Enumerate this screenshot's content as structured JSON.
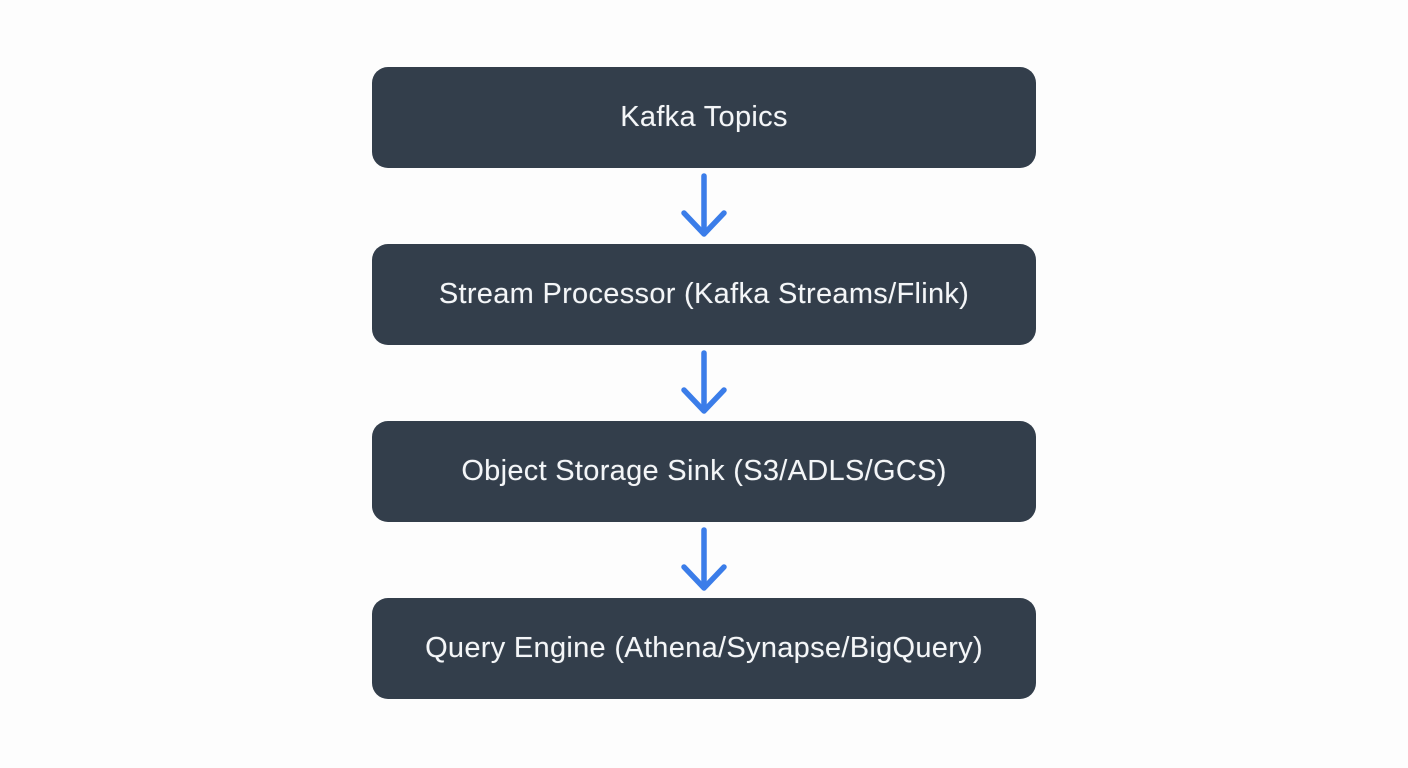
{
  "diagram": {
    "type": "flowchart",
    "direction": "top-down",
    "nodes": [
      {
        "id": "kafka-topics",
        "label": "Kafka Topics"
      },
      {
        "id": "stream-processor",
        "label": "Stream Processor (Kafka Streams/Flink)"
      },
      {
        "id": "object-storage-sink",
        "label": "Object Storage Sink (S3/ADLS/GCS)"
      },
      {
        "id": "query-engine",
        "label": "Query Engine (Athena/Synapse/BigQuery)"
      }
    ],
    "edges": [
      {
        "from": "kafka-topics",
        "to": "stream-processor",
        "style": "arrow-down"
      },
      {
        "from": "stream-processor",
        "to": "object-storage-sink",
        "style": "arrow-down"
      },
      {
        "from": "object-storage-sink",
        "to": "query-engine",
        "style": "arrow-down"
      }
    ],
    "colors": {
      "bg": "#fdfdfd",
      "node-bg": "#333e4b",
      "node-text": "#f4f6f8",
      "arrow": "#3b7de9"
    }
  }
}
